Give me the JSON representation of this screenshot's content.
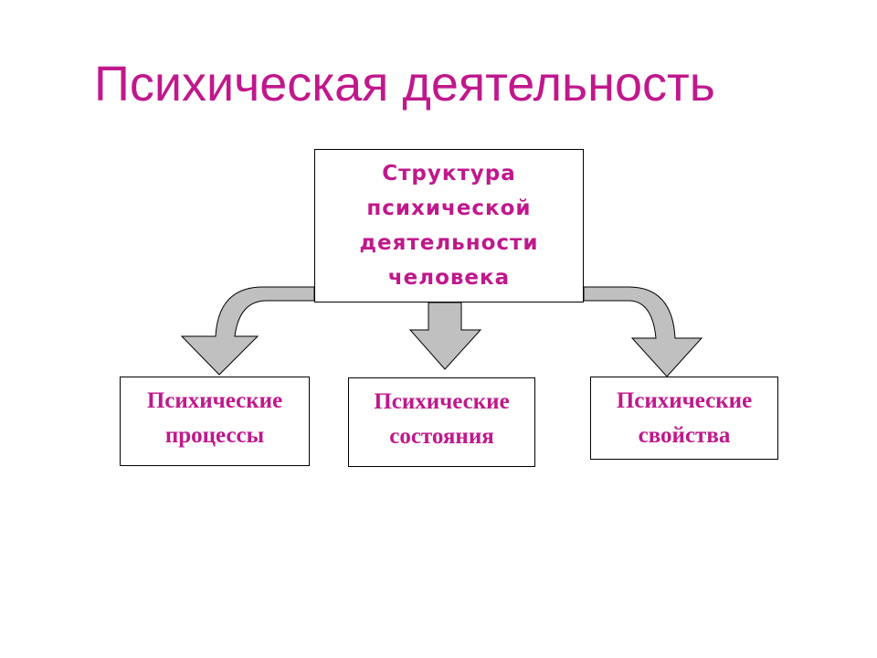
{
  "slide": {
    "title": "Психическая деятельность"
  },
  "diagram": {
    "root": {
      "line1": "Структура",
      "line2": "психической",
      "line3": "деятельности",
      "line4": "человека"
    },
    "children": [
      {
        "line1": "Психические",
        "line2": "процессы"
      },
      {
        "line1": "Психические",
        "line2": "состояния"
      },
      {
        "line1": "Психические",
        "line2": "свойства"
      }
    ]
  },
  "colors": {
    "title": "#c0188c",
    "text": "#c0188c",
    "arrow_fill": "#c0c0c0",
    "outline": "#000000"
  }
}
